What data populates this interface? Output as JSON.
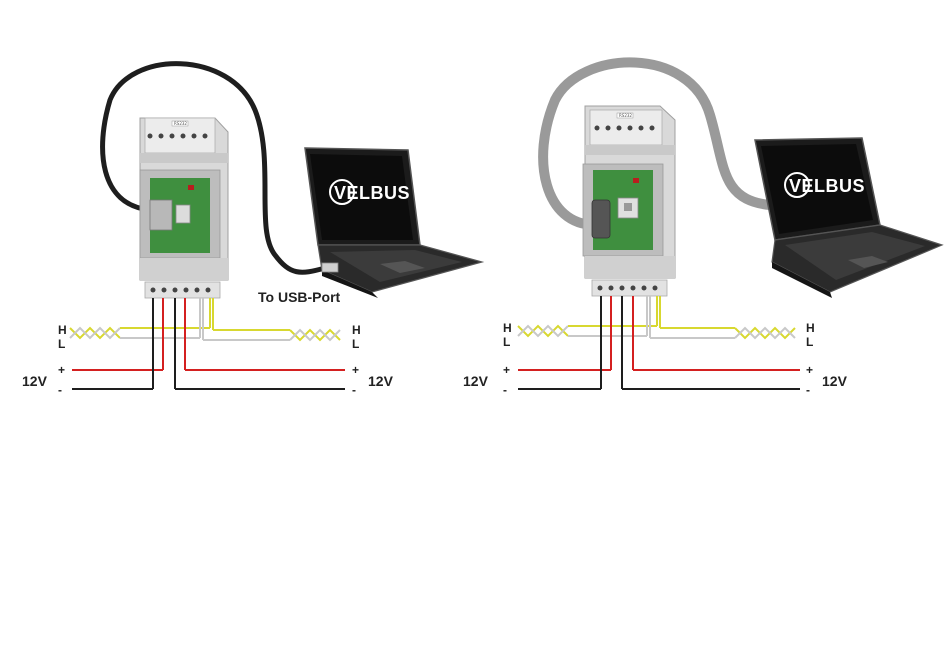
{
  "left": {
    "usb_label": "To USB-Port",
    "bus_h": "H",
    "bus_l": "L",
    "plus": "+",
    "minus": "-",
    "voltage_left": "12V",
    "voltage_right": "12V",
    "module_top_label": "RS232",
    "laptop_logo": "VELBUS"
  },
  "right": {
    "bus_h": "H",
    "bus_l": "L",
    "plus": "+",
    "minus": "-",
    "voltage_left": "12V",
    "voltage_right": "12V",
    "module_top_label": "RS232",
    "laptop_logo": "VELBUS"
  },
  "colors": {
    "black_cable": "#1e1e1e",
    "gray_cable": "#9a9a9a",
    "red_wire": "#d42020",
    "yellow_wire": "#d8d830",
    "white_wire": "#c8c8c8",
    "board_green": "#3f8f3f",
    "module_gray": "#d9d9d9"
  }
}
